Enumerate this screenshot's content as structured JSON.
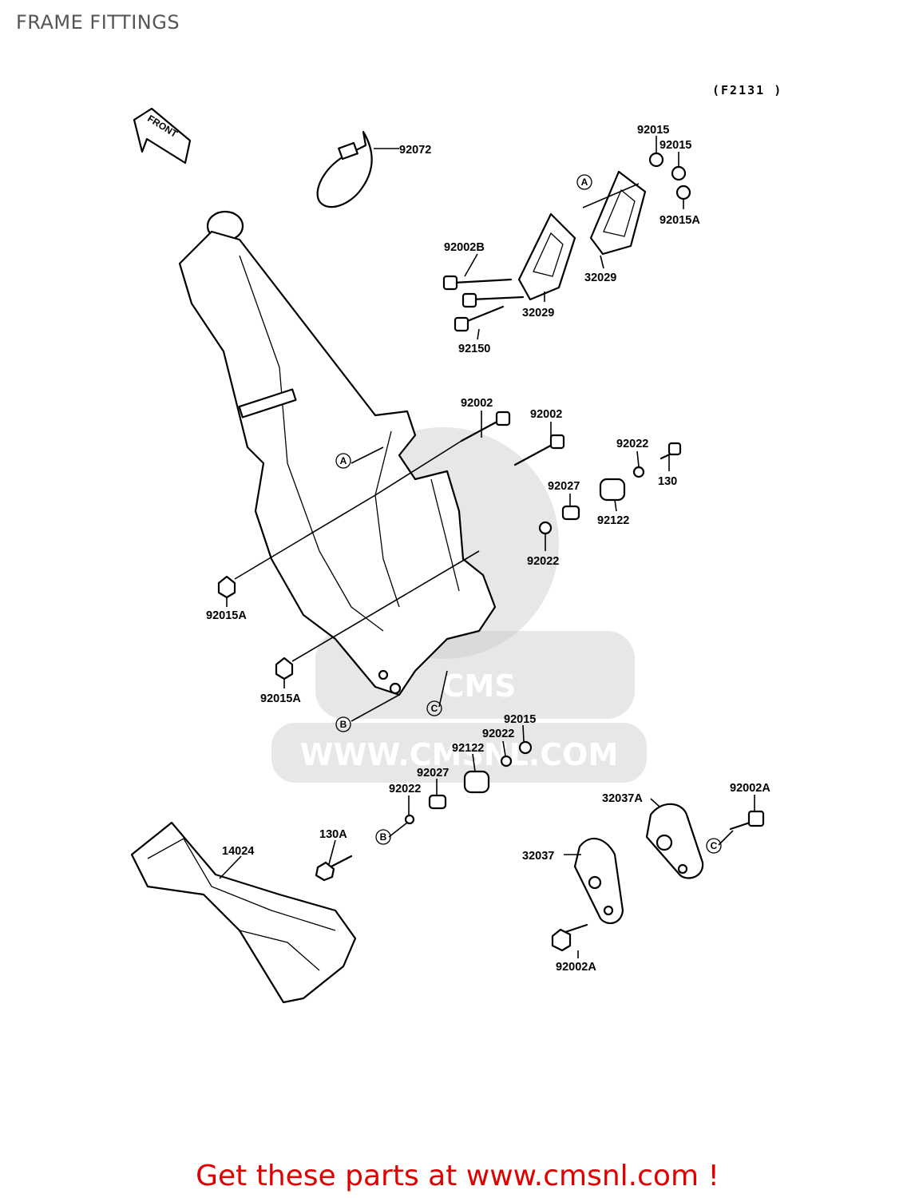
{
  "page": {
    "title": "FRAME FITTINGS",
    "figure_code": "(F2131 )",
    "call_to_action": "Get these parts at www.cmsnl.com !"
  },
  "watermark": {
    "brand": "CMS",
    "url": "WWW.CMSNL.COM"
  },
  "direction_arrow": {
    "label": "FRONT"
  },
  "callout_letters": [
    "A",
    "B",
    "C"
  ],
  "part_labels": [
    "92072",
    "92015",
    "92015",
    "92015A",
    "92002B",
    "32029",
    "32029",
    "92150",
    "92002",
    "92002",
    "92022",
    "130",
    "92027",
    "92122",
    "92022",
    "92015A",
    "92015A",
    "92015",
    "92022",
    "92122",
    "92027",
    "92022",
    "32037A",
    "92002A",
    "130A",
    "14024",
    "32037",
    "92002A"
  ],
  "colors": {
    "title": "#555555",
    "call_to_action": "#e00000",
    "watermark": "#c9c9c9"
  }
}
